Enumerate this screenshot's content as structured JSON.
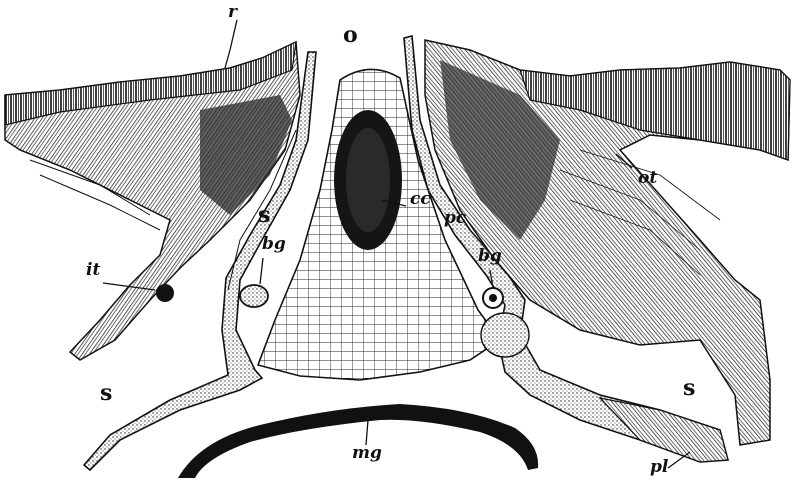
{
  "labels": {
    "r": "r",
    "o": "o",
    "ot": "ot",
    "s_upper_left": "s",
    "cc": "cc",
    "pc": "pc",
    "bg_left": "bg",
    "bg_right": "bg",
    "it": "it",
    "s_left": "s",
    "s_right": "s",
    "mg": "mg",
    "pl": "pl"
  },
  "colors": {
    "ink": "#111111",
    "paper": "#ffffff",
    "shade": "#2a2a2a"
  }
}
